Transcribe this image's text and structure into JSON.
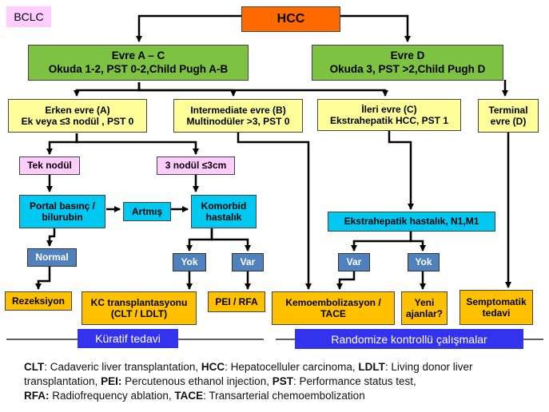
{
  "bclc_label": "BCLC",
  "hcc": "HCC",
  "stage_ac": {
    "line1": "Evre A – C",
    "line2": "Okuda 1-2, PST 0-2,Child Pugh A-B"
  },
  "stage_d": {
    "line1": "Evre D",
    "line2": "Okuda 3, PST >2,Child Pugh D"
  },
  "early": {
    "line1": "Erken evre (A)",
    "line2": "Ek veya ≤3 nodül , PST 0"
  },
  "intermediate": {
    "line1": "Intermediate evre (B)",
    "line2": "Multinodüler >3, PST 0"
  },
  "advanced": {
    "line1": "İleri evre (C)",
    "line2": "Ekstrahepatik HCC, PST 1"
  },
  "terminal": {
    "line1": "Terminal",
    "line2": "evre (D)"
  },
  "single_nodule": "Tek nodül",
  "three_nodules": "3 nodül ≤3cm",
  "portal": {
    "line1": "Portal basınç /",
    "line2": "bilurubin"
  },
  "increased": "Artmış",
  "comorbid": {
    "line1": "Komorbid",
    "line2": "hastalık"
  },
  "normal": "Normal",
  "yes_left": "Yok",
  "var_left": "Var",
  "extrahepatic": "Ekstrahepatik hastalık, N1,M1",
  "var_right": "Var",
  "yes_right": "Yok",
  "resection": "Rezeksiyon",
  "transplant": {
    "line1": "KC transplantasyonu",
    "line2": "(CLT / LDLT)"
  },
  "pei_rfa": "PEI / RFA",
  "tace": {
    "line1": "Kemoembolizasyon /",
    "line2": "TACE"
  },
  "new_agents": {
    "line1": "Yeni",
    "line2": "ajanlar?"
  },
  "symptomatic": {
    "line1": "Semptomatik",
    "line2": "tedavi"
  },
  "curative_band": "Küratif tedavi",
  "rct_band": "Randomize kontrollü çalışmalar",
  "legend": [
    {
      "abbr": "CLT",
      "text": ": Cadaveric liver transplantation, "
    },
    {
      "abbr": "HCC",
      "text": ": Hepatocelluler carcinoma, "
    },
    {
      "abbr": "LDLT",
      "text": ": Living donor liver transplantation, "
    },
    {
      "abbr": "PEI:",
      "text": " Percutenous ethanol injection, "
    },
    {
      "abbr": "PST",
      "text": ": Performance status test, "
    },
    {
      "abbr": "RFA:",
      "text": " Radiofrequency ablation, "
    },
    {
      "abbr": "TACE",
      "text": ": Transarterial chemoembolization"
    }
  ]
}
